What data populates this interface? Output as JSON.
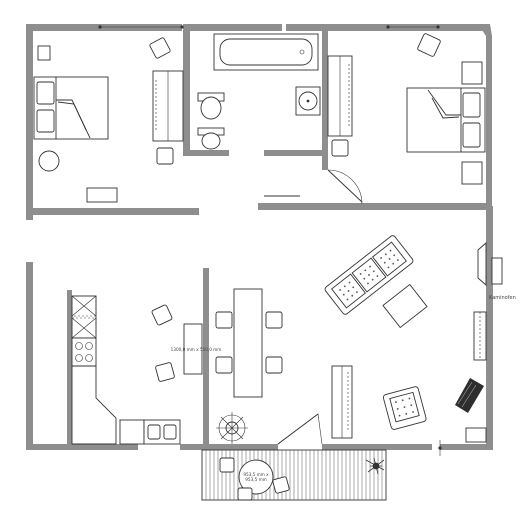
{
  "labels": {
    "kaminofen": "Kaminofen",
    "table_dim_1": "1300,0 mm x 550,0 mm",
    "round_table_1": "953,5 mm x",
    "round_table_2": "953,5 mm"
  },
  "colors": {
    "wall": "#8e8e8e",
    "line": "#333333",
    "background": "#ffffff"
  }
}
